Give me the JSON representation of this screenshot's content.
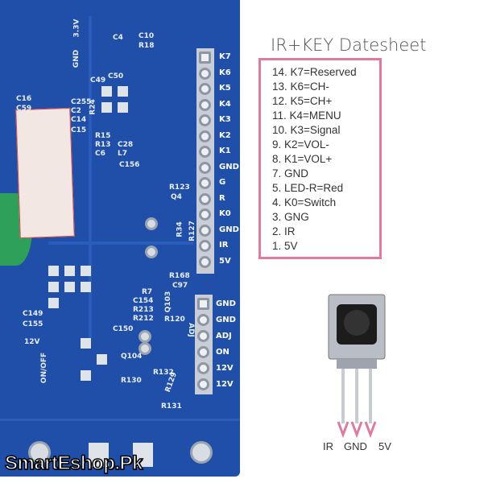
{
  "title": "IR+KEY Datesheet",
  "pinout": [
    "14. K7=Reserved",
    "13. K6=CH-",
    "12. K5=CH+",
    "11. K4=MENU",
    "10. K3=Signal",
    "9. K2=VOL-",
    "8. K1=VOL+",
    "7. GND",
    "5. LED-R=Red",
    "4. K0=Switch",
    "3. GNG",
    "2. IR",
    "1. 5V"
  ],
  "header1_labels": [
    "K7",
    "K6",
    "K5",
    "K4",
    "K3",
    "K2",
    "K1",
    "GND",
    "G",
    "R",
    "K0",
    "GND",
    "IR",
    "5V"
  ],
  "header2_labels": [
    "GND",
    "GND",
    "ADJ",
    "ON",
    "12V",
    "12V"
  ],
  "silkscreen": [
    "3.3V",
    "GND",
    "C4",
    "C10",
    "R18",
    "C49",
    "C50",
    "C16",
    "C59",
    "C255",
    "C2",
    "C14",
    "C15",
    "R24",
    "R15",
    "R13",
    "C6",
    "C28",
    "L7",
    "C156",
    "R123",
    "Q4",
    "R34",
    "R127",
    "R168",
    "C97",
    "R7",
    "C154",
    "R213",
    "R212",
    "C150",
    "C155",
    "C149",
    "12V",
    "ON/OFF",
    "R129",
    "R132",
    "R131",
    "R130",
    "Q104",
    "ADJ",
    "R120",
    "Q103"
  ],
  "ir_legs": [
    "IR",
    "GND",
    "5V"
  ],
  "accent_color": "#e07aa0",
  "pcb_color": "#1f4fa8",
  "watermark": "SmartEshop.Pk"
}
